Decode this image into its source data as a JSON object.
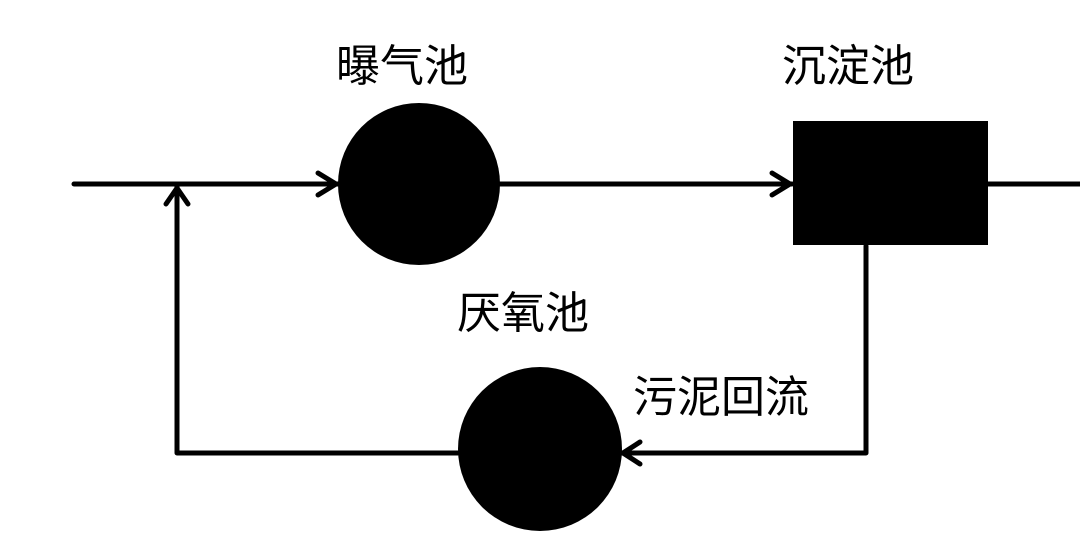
{
  "nodes": {
    "aeration_tank": {
      "label": "曝气池",
      "shape": "circle"
    },
    "sedimentation_tank": {
      "label": "沉淀池",
      "shape": "rectangle"
    },
    "anaerobic_tank": {
      "label": "厌氧池",
      "shape": "circle"
    }
  },
  "edges": {
    "sludge_return": {
      "label": "污泥回流"
    }
  },
  "colors": {
    "stroke": "#000000",
    "fill": "#000000",
    "background": "#ffffff"
  }
}
